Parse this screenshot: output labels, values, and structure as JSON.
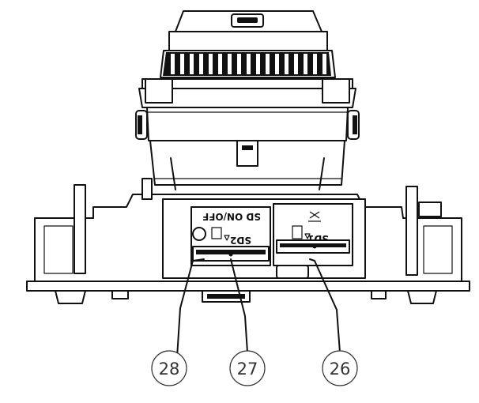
{
  "diagram": {
    "slot_labels": {
      "sd_switch": "SD ON/OFF",
      "sd2": "SD2",
      "sd1": "SD1"
    },
    "callouts": [
      {
        "number": "28"
      },
      {
        "number": "27"
      },
      {
        "number": "26"
      }
    ]
  }
}
